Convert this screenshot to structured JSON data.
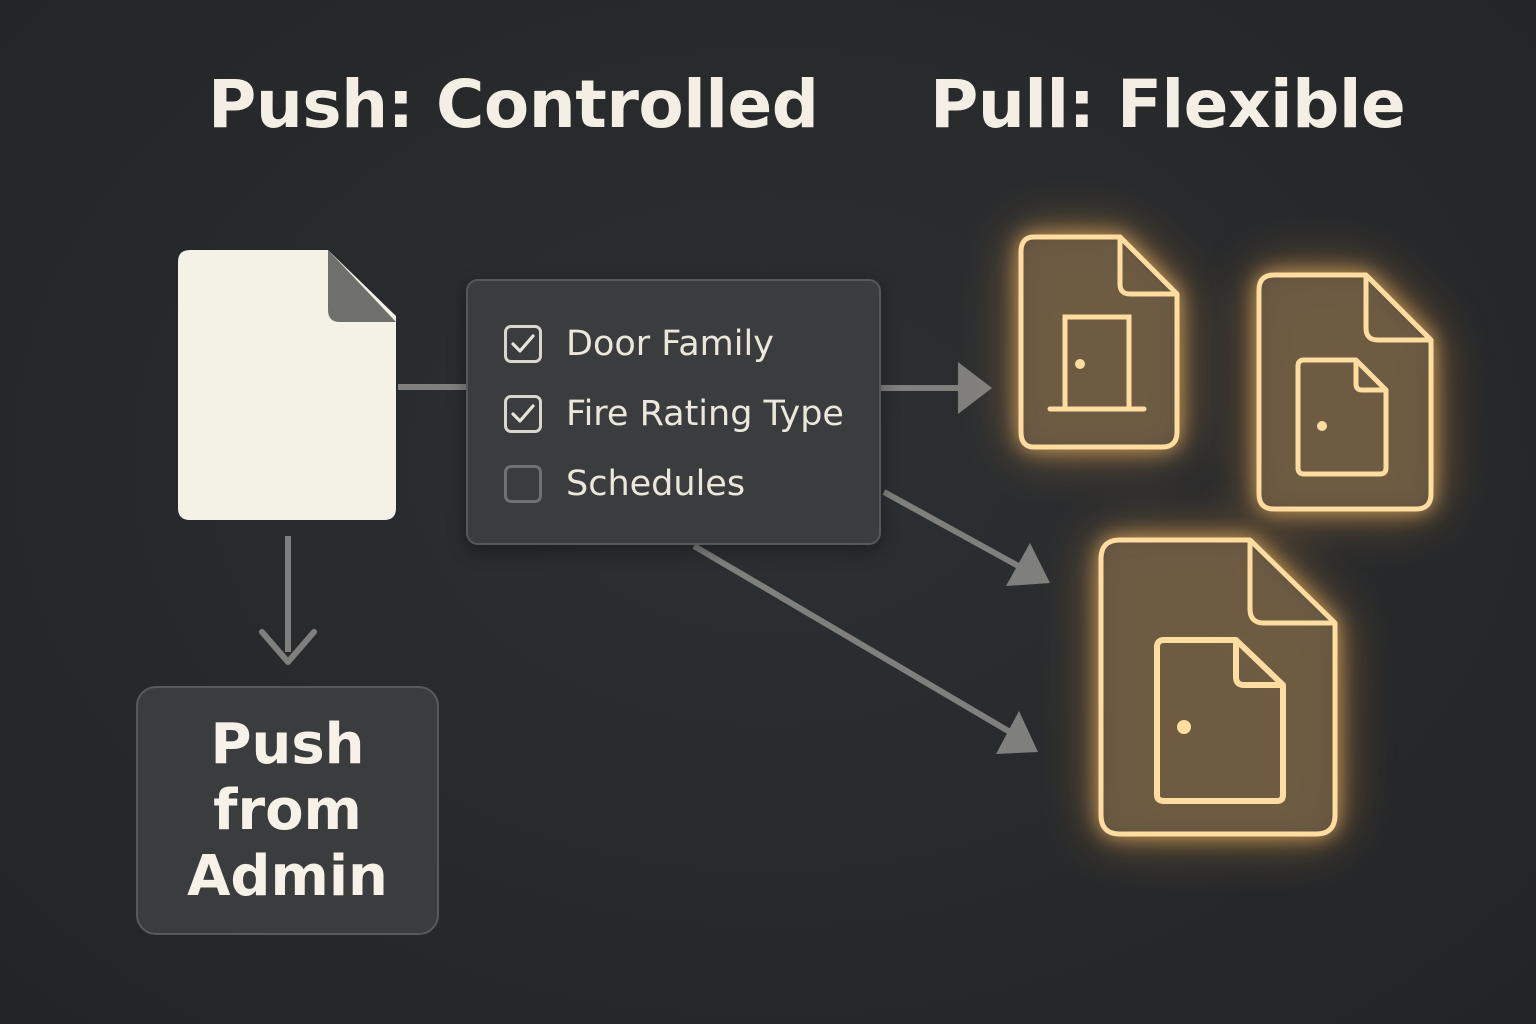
{
  "titles": {
    "push": "Push: Controlled",
    "pull": "Pull: Flexible"
  },
  "options": [
    {
      "label": "Door Family",
      "checked": true
    },
    {
      "label": "Fire Rating Type",
      "checked": true
    },
    {
      "label": "Schedules",
      "checked": false
    }
  ],
  "push_box": {
    "label": "Push\nfrom\nAdmin"
  },
  "icons": {
    "source": "blank-document-icon",
    "family_1": "door-document-icon",
    "family_2": "door-document-icon",
    "family_3": "door-document-icon"
  },
  "colors": {
    "background": "#27292b",
    "title_text": "#f3efe4",
    "document_fill": "#f4f1e6",
    "glow_stroke": "#ffd89a",
    "glow_fill": "#6a5a44",
    "connector": "#7f7f7d"
  }
}
